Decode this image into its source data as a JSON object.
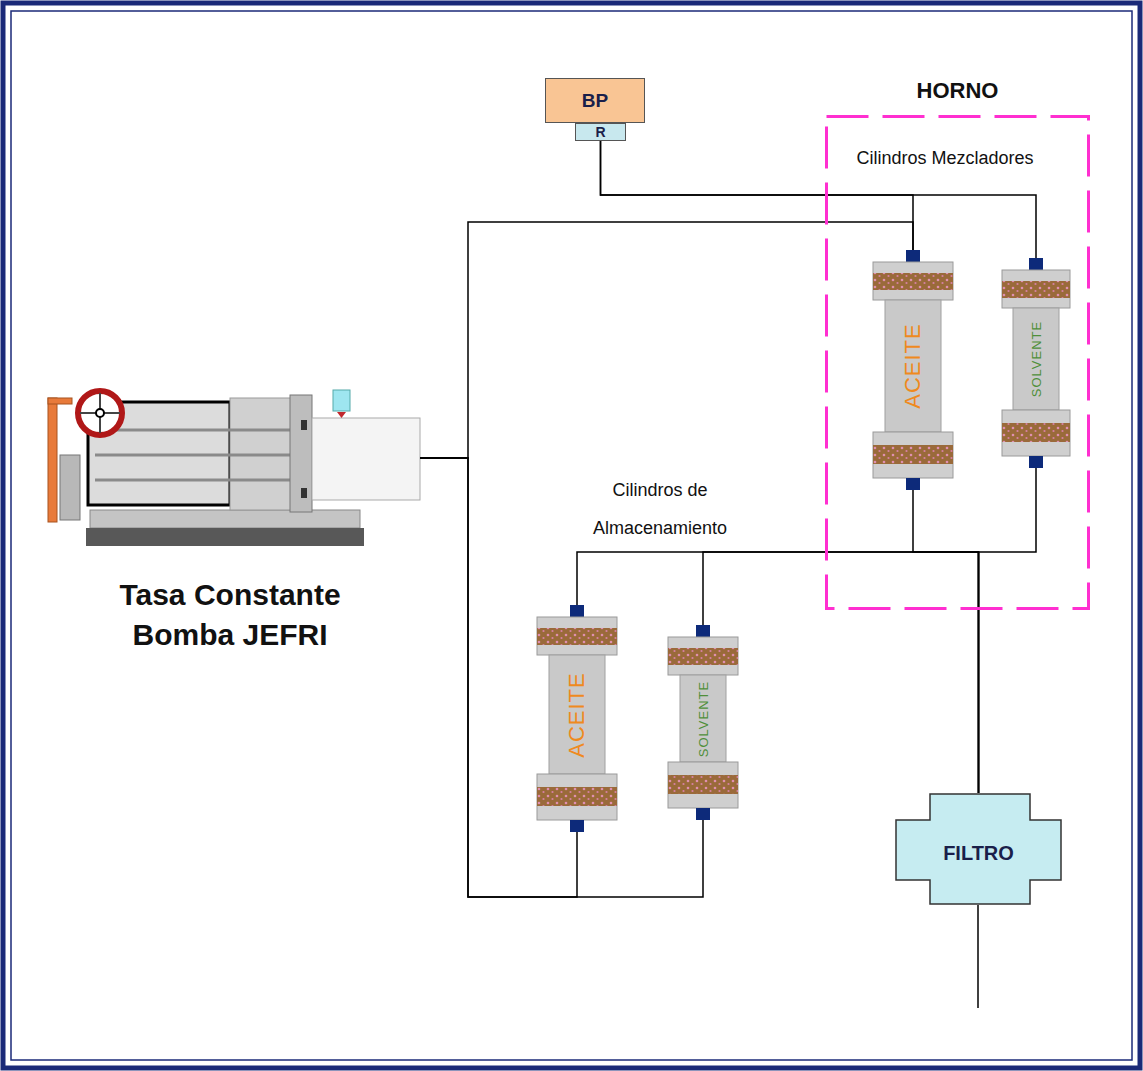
{
  "diagram": {
    "nodes": [
      {
        "text": [
          "BP"
        ]
      },
      {
        "text": [
          "R"
        ]
      },
      {
        "text": [
          "HORNO"
        ]
      },
      {
        "text": [
          "ACEITE"
        ],
        "in": 2
      },
      {
        "text": [
          "SOLVENTE"
        ],
        "in": 2
      },
      {
        "text": [
          "FILTRO"
        ],
        "in": 2
      },
      {
        "text": [
          "Tasa Constante Bomba JEFRI"
        ]
      },
      {
        "text": [
          "ACEITE"
        ]
      },
      {
        "text": [
          "SOLVENTE"
        ]
      }
    ],
    "edges": [
      {
        "from": 6,
        "to": 3,
        "arrow": "none"
      },
      {
        "from": 6,
        "to": 7,
        "arrow": "none"
      },
      {
        "from": 6,
        "to": 8,
        "arrow": "none"
      },
      {
        "from": 1,
        "to": 3,
        "arrow": "none"
      },
      {
        "from": 1,
        "to": 4,
        "arrow": "none"
      },
      {
        "from": 7,
        "to": 5,
        "arrow": "none"
      },
      {
        "from": 8,
        "to": 5,
        "arrow": "none"
      },
      {
        "from": 3,
        "to": 5,
        "arrow": "none"
      },
      {
        "from": 4,
        "to": 5,
        "arrow": "none"
      }
    ],
    "labels": [
      "Cilindros Mezcladores",
      "Cilindros de Almacenamiento"
    ]
  }
}
